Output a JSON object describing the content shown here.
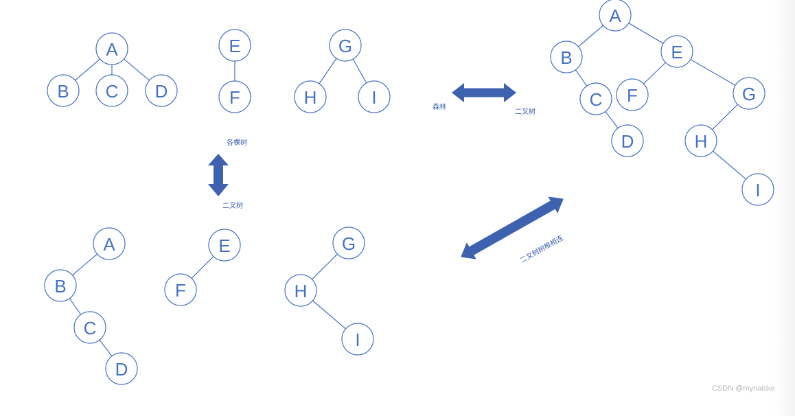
{
  "colors": {
    "stroke": "#4472c4",
    "label": "#4472c4",
    "arrow": "#3e62b0",
    "caption": "#3e62b0",
    "watermark": "#b9b9b9"
  },
  "trees": {
    "forest": {
      "nodes": {
        "A": "A",
        "B": "B",
        "C": "C",
        "D": "D",
        "E": "E",
        "F": "F",
        "G": "G",
        "H": "H",
        "I": "I"
      },
      "edges": [
        [
          "A",
          "B"
        ],
        [
          "A",
          "C"
        ],
        [
          "A",
          "D"
        ],
        [
          "E",
          "F"
        ],
        [
          "G",
          "H"
        ],
        [
          "G",
          "I"
        ]
      ]
    },
    "per_tree_binary": {
      "nodes": {
        "A": "A",
        "B": "B",
        "C": "C",
        "D": "D",
        "E": "E",
        "F": "F",
        "G": "G",
        "H": "H",
        "I": "I"
      },
      "edges": [
        [
          "A",
          "B"
        ],
        [
          "B",
          "C"
        ],
        [
          "C",
          "D"
        ],
        [
          "E",
          "F"
        ],
        [
          "G",
          "H"
        ],
        [
          "H",
          "I"
        ]
      ]
    },
    "combined_binary": {
      "nodes": {
        "A": "A",
        "B": "B",
        "C": "C",
        "D": "D",
        "E": "E",
        "F": "F",
        "G": "G",
        "H": "H",
        "I": "I"
      },
      "edges": [
        [
          "A",
          "B"
        ],
        [
          "A",
          "E"
        ],
        [
          "B",
          "C"
        ],
        [
          "C",
          "D"
        ],
        [
          "E",
          "F"
        ],
        [
          "E",
          "G"
        ],
        [
          "G",
          "H"
        ],
        [
          "H",
          "I"
        ]
      ]
    }
  },
  "labels": {
    "forest": "森林",
    "binary_tree_right": "二叉树",
    "each_tree": "各棵树",
    "binary_tree_down": "二叉树",
    "root_connect": "二叉树树根相连"
  },
  "watermark": "CSDN @mynaiskey"
}
